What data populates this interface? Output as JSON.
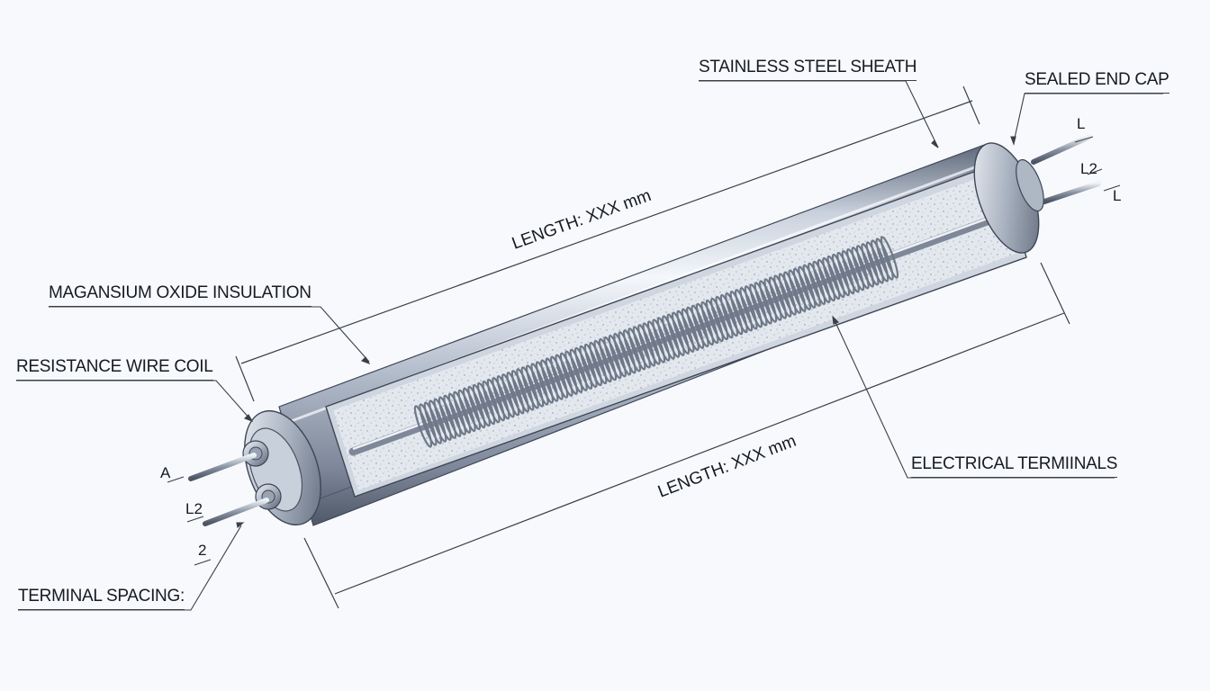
{
  "callouts": {
    "stainless_steel_sheath": "STAINLESS STEEL SHEATH",
    "sealed_end_cap": "SEALED END CAP",
    "magnesium_oxide_insulation": "MAGANSIUM OXIDE INSULATION",
    "resistance_wire_coil": "RESISTANCE WIRE COIL",
    "electrical_terminals": "ELECTRICAL TERMIINALS",
    "terminal_spacing": "TERMINAL SPACING:"
  },
  "dimensions": {
    "top_length": "LENGTH: XXX mm",
    "bottom_length": "LENGTH: XXX mm"
  },
  "pin_labels": {
    "right_top": "L",
    "right_middle": "L2",
    "right_bottom": "L",
    "left_top": "A",
    "left_middle": "L2",
    "left_bottom": "2"
  },
  "colors": {
    "sheath_dark": "#6b7688",
    "sheath_light": "#e9eef5",
    "insulation": "#dde3ea",
    "coil": "#8a94a4",
    "line": "#3a3f48"
  }
}
